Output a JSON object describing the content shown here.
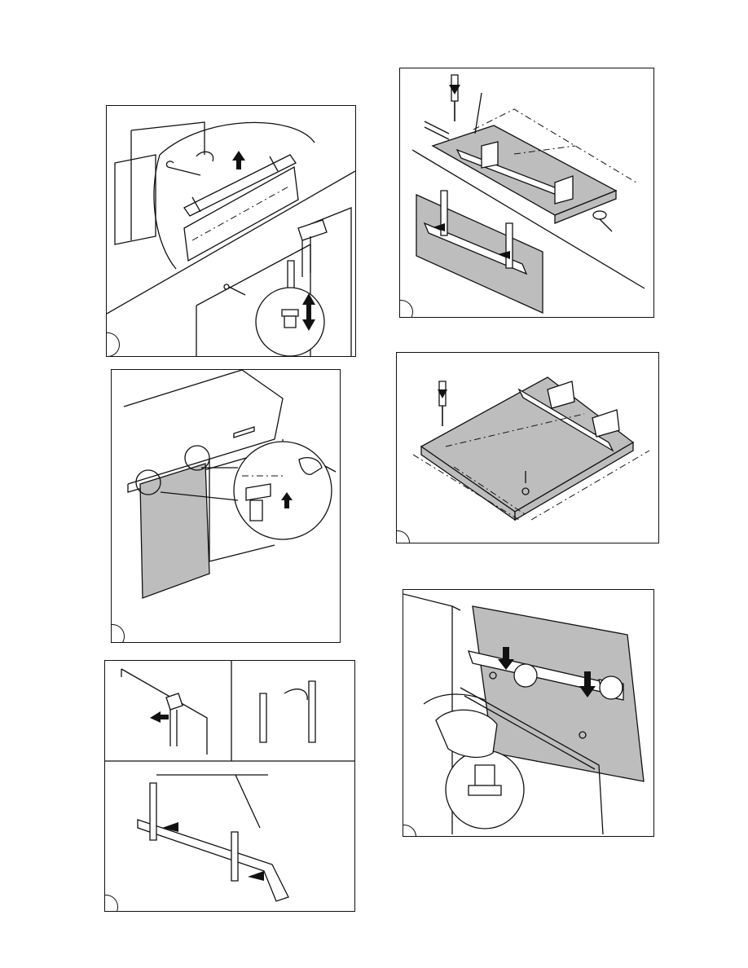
{
  "document": {
    "type": "installation-instructions-page",
    "panels": [
      {
        "id": "panel-a",
        "icon": "hinge-bracket-adjust-illustration"
      },
      {
        "id": "panel-b",
        "icon": "bracket-screw-fixing-illustration"
      },
      {
        "id": "panel-c",
        "icon": "door-hinge-alignment-illustration"
      },
      {
        "id": "panel-d",
        "icon": "door-panel-template-illustration"
      },
      {
        "id": "panel-e",
        "icon": "bracket-spacers-illustration"
      },
      {
        "id": "panel-f",
        "icon": "door-mounting-adjust-illustration"
      }
    ]
  },
  "colors": {
    "line": "#111111",
    "panel_fill": "#bdbdbd",
    "background": "#ffffff"
  }
}
